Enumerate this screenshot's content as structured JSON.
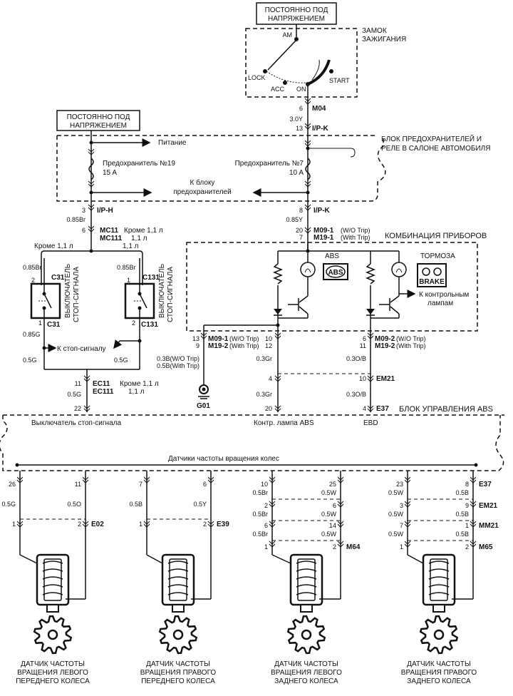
{
  "top": {
    "const_power_1": [
      "ПОСТОЯННО ПОД",
      "НАПРЯЖЕНИЕМ"
    ],
    "ignition_label": [
      "ЗАМОК",
      "ЗАЖИГАНИЯ"
    ],
    "ign_am": "AM",
    "ign_lock": "LOCK",
    "ign_acc": "ACC",
    "ign_on": "ON",
    "ign_start": "START",
    "pin_6": "6",
    "conn_m04": "M04",
    "wire_30y": "3.0Y",
    "pin_13": "13",
    "conn_ipk_top": "I/P-K"
  },
  "fusebox": {
    "const_power_2": [
      "ПОСТОЯННО ПОД",
      "НАПРЯЖЕНИЕМ"
    ],
    "label": [
      "БЛОК ПРЕДОХРАНИТЕЛЕЙ И",
      "РЕЛЕ В САЛОНЕ АВТОМОБИЛЯ"
    ],
    "power": "Питание",
    "fuse19": [
      "Предохранитель №19",
      "15 A"
    ],
    "fuse7": [
      "Предохранитель №7",
      "10 A"
    ],
    "to_block": [
      "К блоку",
      "предохранителей"
    ]
  },
  "mid": {
    "pin_3": "3",
    "conn_iph": "I/P-H",
    "wire_085br": "0.85Br",
    "pin_6b": "6",
    "conn_mc11": "MC11",
    "conn_mc111": "MC111",
    "except_1": "Кроме 1,1 л",
    "except_2": "1,1 л",
    "except_left": "Кроме 1,1 л",
    "only_right": "1,1 л",
    "pin_8": "8",
    "conn_ipk_mid": "I/P-K",
    "wire_085y": "0.85Y",
    "pin_20": "20",
    "conn_m091": "M09-1",
    "wo_trip": "(W/O Trip)",
    "pin_7": "7",
    "conn_m191": "M19-1",
    "with_trip": "(With Trip)"
  },
  "cluster": {
    "label": "КОМБИНАЦИЯ ПРИБОРОВ",
    "abs": "ABS",
    "abs_lamp": "ABS",
    "brakes": "ТОРМОЗА",
    "brake_word": "BRAKE",
    "to_lamps": [
      "К контрольным",
      "лампам"
    ]
  },
  "switches": {
    "wire_085br_l": "0.85Br",
    "wire_085br_r": "0.85Br",
    "c31": "C31",
    "c131": "C131",
    "sw_label": [
      "ВЫКЛЮЧАТЕЛЬ",
      "СТОП-СИГНАЛА"
    ],
    "pin_1a": "1",
    "pin_2a": "2",
    "pin_1b": "1",
    "pin_2b": "2",
    "wire_085g": "0.85G",
    "to_stop": "К стоп-сигналу",
    "wire_05g_l": "0.5G",
    "wire_05g_r": "0.5G",
    "pin_11": "11",
    "conn_ec11": "EC11",
    "conn_ec111": "EC111",
    "except_bottom": "Кроме 1,1 л",
    "only_bottom": "1,1 л",
    "wire_05g_b": "0.5G",
    "pin_22": "22"
  },
  "abs_wires": {
    "pin_13": "13",
    "pin_9": "9",
    "conn_m091": "M09-1",
    "conn_m192": "M19-2",
    "wo_trip": "(W/O Trip)",
    "with_trip": "(With Trip)",
    "wire_03b_wo": "0.3B(W/O Trip)",
    "wire_05b_with": "0.5B(With Trip)",
    "ground": "G01",
    "pin_10": "10",
    "pin_12": "12",
    "wire_03gr_a": "0.3Gr",
    "pin_4": "4",
    "wire_03gr_b": "0.3Gr",
    "pin_20": "20",
    "pin_6": "6",
    "pin_11": "11",
    "conn_m092": "M09-2",
    "conn_m192b": "M19-2",
    "wire_03ob_a": "0.3O/B",
    "pin_10b": "10",
    "conn_em21": "EM21",
    "wire_03ob_b": "0.3O/B",
    "pin_4b": "4",
    "conn_e37": "E37"
  },
  "ecu": {
    "label": "БЛОК УПРАВЛЕНИЯ ABS",
    "stop_switch": "Выключатель стоп-сигнала",
    "abs_lamp": "Контр. лампа ABS",
    "ebd": "EBD",
    "wheel_sensors": "Датчики частоты вращения колес"
  },
  "sensors": [
    {
      "pins_top": [
        "26",
        "11"
      ],
      "wires": [
        "0.5G",
        "0.5O"
      ],
      "pins_bottom": [
        "1",
        "2"
      ],
      "conn": "E02",
      "label": [
        "ДАТЧИК ЧАСТОТЫ",
        "ВРАЩЕНИЯ ЛЕВОГО",
        "ПЕРЕДНЕГО КОЛЕСА"
      ]
    },
    {
      "pins_top": [
        "7",
        "6"
      ],
      "wires": [
        "0.5B",
        "0.5Y"
      ],
      "pins_bottom": [
        "1",
        "2"
      ],
      "conn": "E39",
      "label": [
        "ДАТЧИК ЧАСТОТЫ",
        "ВРАЩЕНИЯ ПРАВОГО",
        "ПЕРЕДНЕГО КОЛЕСА"
      ]
    },
    {
      "pins_top": [
        "10",
        "25"
      ],
      "wires1": [
        "0.5Br",
        "0.5W"
      ],
      "pins_m1": [
        "2",
        "6"
      ],
      "wires2": [
        "0.5Br",
        "0.5W"
      ],
      "pins_m2": [
        "6",
        "14"
      ],
      "wires3": [
        "0.5Br",
        "0.5W"
      ],
      "pins_bottom": [
        "1",
        "2"
      ],
      "conn": "M64",
      "label": [
        "ДАТЧИК ЧАСТОТЫ",
        "ВРАЩЕНИЯ ЛЕВОГО",
        "ЗАДНЕГО КОЛЕСА"
      ]
    },
    {
      "pins_top": [
        "23",
        "8"
      ],
      "conn_top": "E37",
      "wires1": [
        "0.5W",
        "0.5B"
      ],
      "pins_m1": [
        "3",
        "9"
      ],
      "conn_m1": "EM21",
      "wires2": [
        "0.5W",
        "0.5B"
      ],
      "pins_m2": [
        "7",
        "1"
      ],
      "conn_m2": "MM21",
      "wires3": [
        "0.5W",
        "0.5B"
      ],
      "pins_bottom": [
        "1",
        "2"
      ],
      "conn": "M65",
      "label": [
        "ДАТЧИК ЧАСТОТЫ",
        "ВРАЩЕНИЯ ПРАВОГО",
        "ЗАДНЕГО КОЛЕСА"
      ]
    }
  ]
}
